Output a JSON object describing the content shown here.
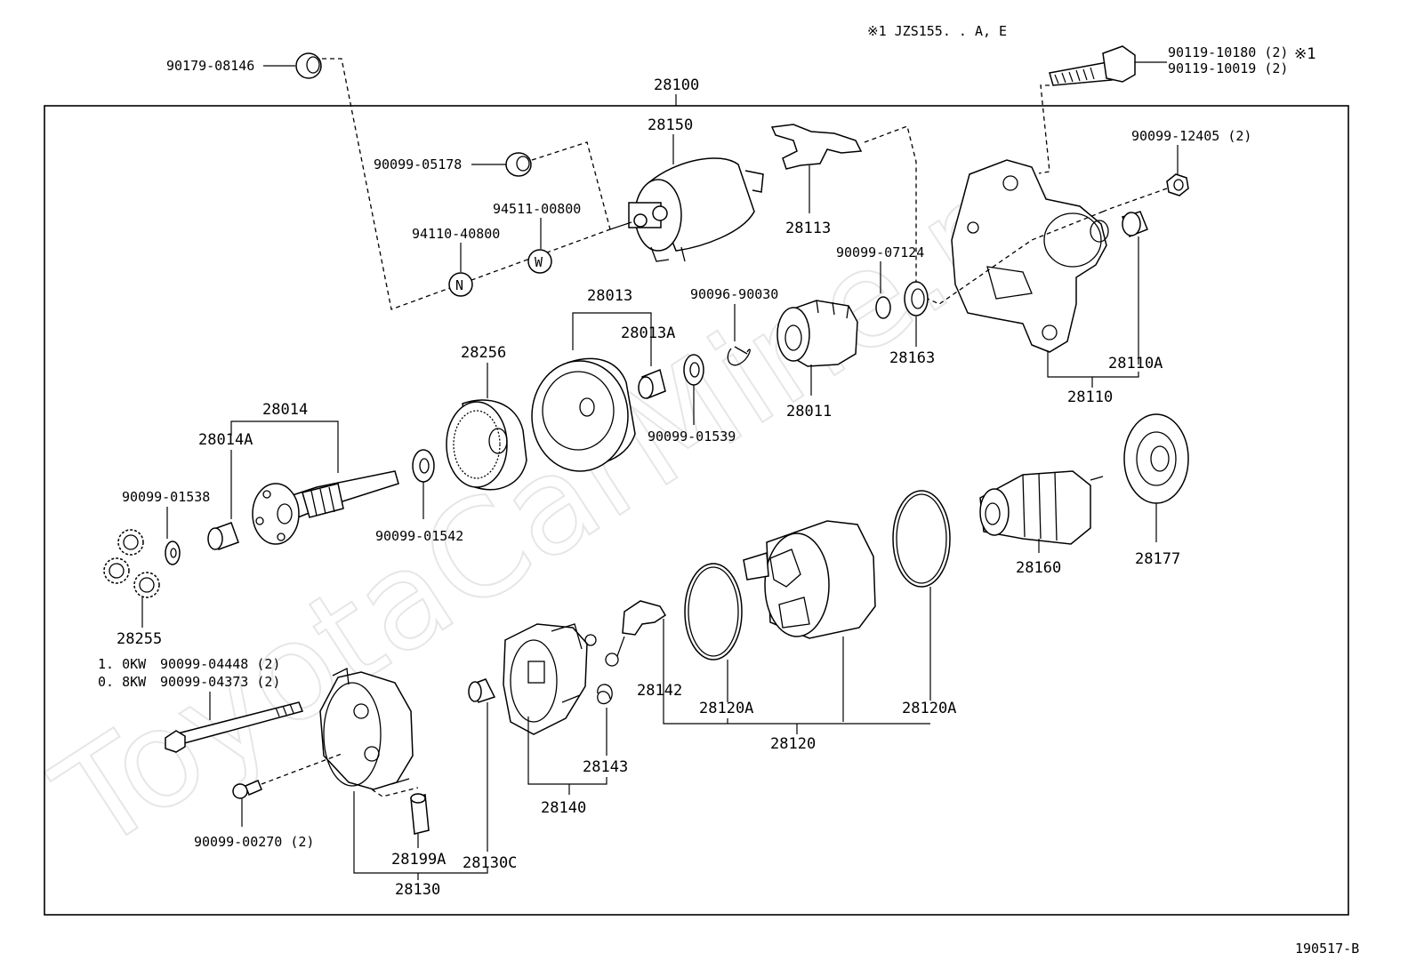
{
  "header": {
    "note": "※1 JZS155. . A, E"
  },
  "footer": {
    "code": "190517-B"
  },
  "watermark": "ToyotaCarMine.ru",
  "labels": {
    "p28100": "28100",
    "p90179_08146": "90179-08146",
    "p90119_10180": "90119-10180 (2)",
    "p90119_10019": "90119-10019 (2)",
    "mark1": "※1",
    "p28150": "28150",
    "p90099_05178": "90099-05178",
    "p94511_00800": "94511-00800",
    "p94110_40800": "94110-40800",
    "symN": "N",
    "symW": "W",
    "p28113": "28113",
    "p90099_12405": "90099-12405 (2)",
    "p90099_07124": "90099-07124",
    "p28013": "28013",
    "p28013A": "28013A",
    "p90096_90030": "90096-90030",
    "p28163": "28163",
    "p28110A": "28110A",
    "p28110": "28110",
    "p28256": "28256",
    "p28014": "28014",
    "p28014A": "28014A",
    "p28011": "28011",
    "p90099_01539": "90099-01539",
    "p90099_01538": "90099-01538",
    "p90099_01542": "90099-01542",
    "p28177": "28177",
    "p28160": "28160",
    "p28255": "28255",
    "kw1": "1. 0KW",
    "kw1part": "90099-04448 (2)",
    "kw2": "0. 8KW",
    "kw2part": "90099-04373 (2)",
    "p28142": "28142",
    "p28120A_left": "28120A",
    "p28120A_right": "28120A",
    "p28120": "28120",
    "p28143": "28143",
    "p28140": "28140",
    "p90099_00270": "90099-00270 (2)",
    "p28199A": "28199A",
    "p28130C": "28130C",
    "p28130": "28130"
  }
}
